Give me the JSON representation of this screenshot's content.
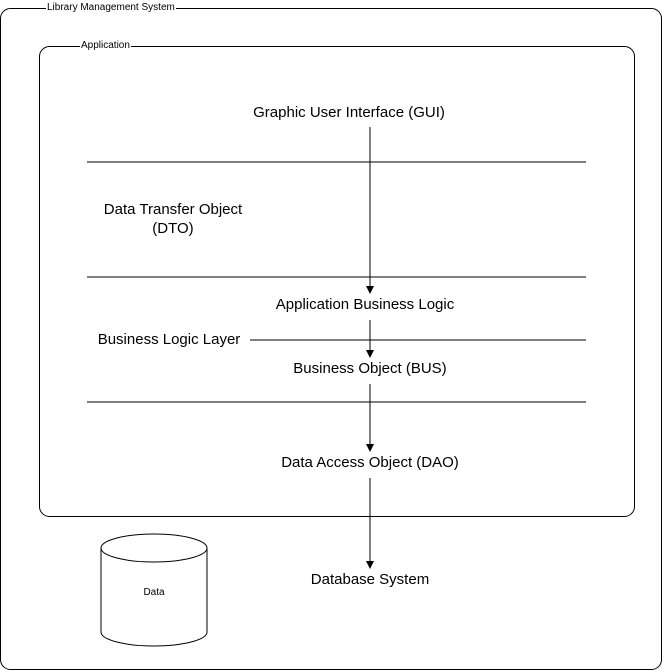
{
  "outer_frame": {
    "label": "Library Management System"
  },
  "application_frame": {
    "label": "Application"
  },
  "layers": {
    "gui": "Graphic User Interface (GUI)",
    "dto_line1": "Data Transfer Object",
    "dto_line2": "(DTO)",
    "app_business_logic": "Application Business Logic",
    "business_logic_layer": "Business Logic Layer",
    "business_object": "Business Object (BUS)",
    "data_access_object": "Data Access Object (DAO)"
  },
  "database_system": "Database System",
  "data_store": {
    "label": "Data"
  }
}
